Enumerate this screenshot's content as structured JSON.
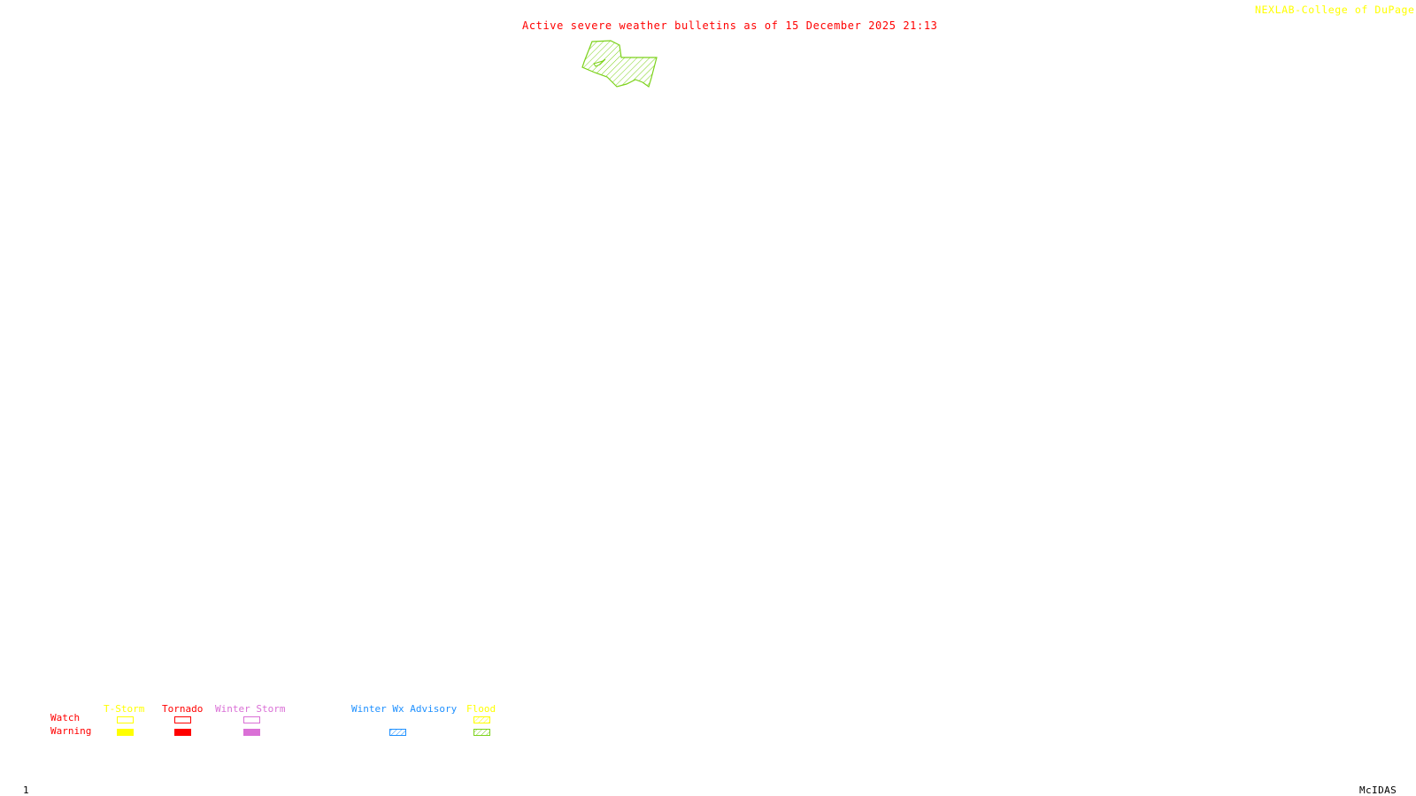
{
  "header": {
    "title": "Active severe weather bulletins as of 15 December 2025 21:13",
    "credit": "NEXLAB-College of DuPage",
    "credit_icon": "cod-logo-icon"
  },
  "colors": {
    "title": "#ff0000",
    "credit": "#ffff00",
    "tstorm": "#ffff00",
    "tornado": "#ff0000",
    "winter_storm": "#da70d6",
    "winter_wx_advisory": "#1e90ff",
    "flood_watch": "#ffff00",
    "flood_warning": "#7cd21a",
    "row_labels": "#ff0000"
  },
  "map": {
    "active_areas": [
      {
        "type": "Flood Warning",
        "style": "hatched",
        "color": "#7cd21a"
      }
    ]
  },
  "legend": {
    "row_labels": {
      "watch": "Watch",
      "warning": "Warning"
    },
    "categories": [
      {
        "label": "T-Storm",
        "watch": "outline",
        "warning": "solid"
      },
      {
        "label": "Tornado",
        "watch": "outline",
        "warning": "solid"
      },
      {
        "label": "Winter Storm",
        "watch": "outline",
        "warning": "solid"
      },
      {
        "label": "Winter Wx Advisory",
        "watch": "none",
        "warning": "hatched"
      },
      {
        "label": "Flood",
        "watch": "hatched",
        "warning": "hatched"
      }
    ]
  },
  "footer": {
    "frame_number": "1",
    "software": "McIDAS"
  }
}
